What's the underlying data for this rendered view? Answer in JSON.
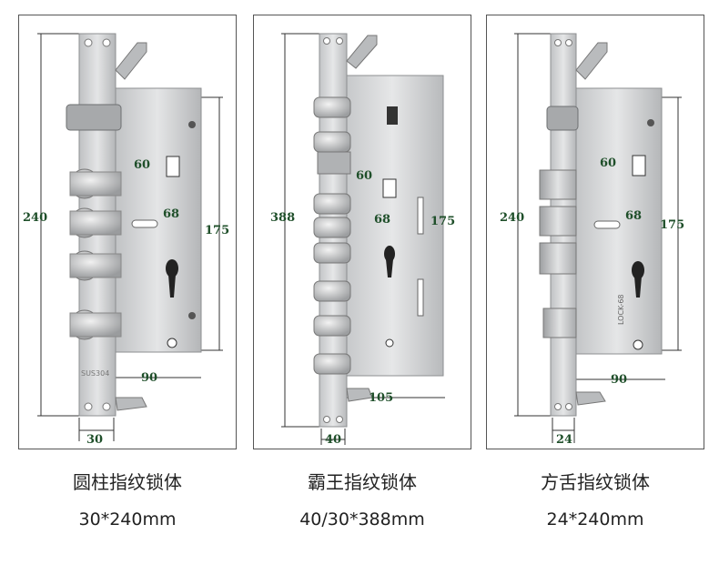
{
  "products": [
    {
      "title": "圆柱指纹锁体",
      "size": "30*240mm",
      "stamp": "SUS304",
      "dims": {
        "height": "240",
        "inner_height": "175",
        "distance": "60",
        "center": "68",
        "depth": "90",
        "faceplate": "30"
      }
    },
    {
      "title": "霸王指纹锁体",
      "size": "40/30*388mm",
      "dims": {
        "height": "388",
        "inner_height": "175",
        "distance": "60",
        "center": "68",
        "depth": "105",
        "faceplate": "40"
      }
    },
    {
      "title": "方舌指纹锁体",
      "size": "24*240mm",
      "stamp": "LOCK-68",
      "dims": {
        "height": "240",
        "inner_height": "175",
        "distance": "60",
        "center": "68",
        "depth": "90",
        "faceplate": "24"
      }
    }
  ],
  "colors": {
    "dimension_text": "#1f4f2a",
    "steel": "#c9cbcd",
    "panel_border": "#555555"
  }
}
